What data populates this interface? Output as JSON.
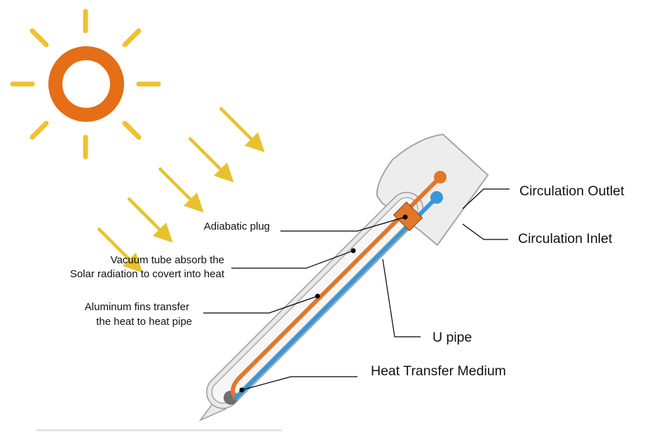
{
  "labels": {
    "adiabatic_plug": "Adiabatic plug",
    "vacuum_tube_line1": "Vacuum tube absorb the",
    "vacuum_tube_line2": "Solar radiation to covert into heat",
    "aluminum_fins_line1": "Aluminum fins transfer",
    "aluminum_fins_line2": "the heat to heat pipe",
    "circulation_outlet": "Circulation Outlet",
    "circulation_inlet": "Circulation Inlet",
    "u_pipe": "U pipe",
    "heat_transfer_medium": "Heat Transfer Medium"
  },
  "colors": {
    "sun": "#e56e16",
    "sun_rays": "#f0c130",
    "radiation_arrows": "#e8c22e",
    "hot_pipe": "#e2762a",
    "cold_pipe": "#3897d6",
    "tube_glass": "#eaeaea",
    "tube_outline": "#9a9a9a",
    "manifold": "#ededed",
    "heat_medium": "#6e6e6e",
    "leader_lines": "#000000"
  },
  "icons": [
    "sun-icon",
    "solar-radiation-arrow-icon"
  ]
}
